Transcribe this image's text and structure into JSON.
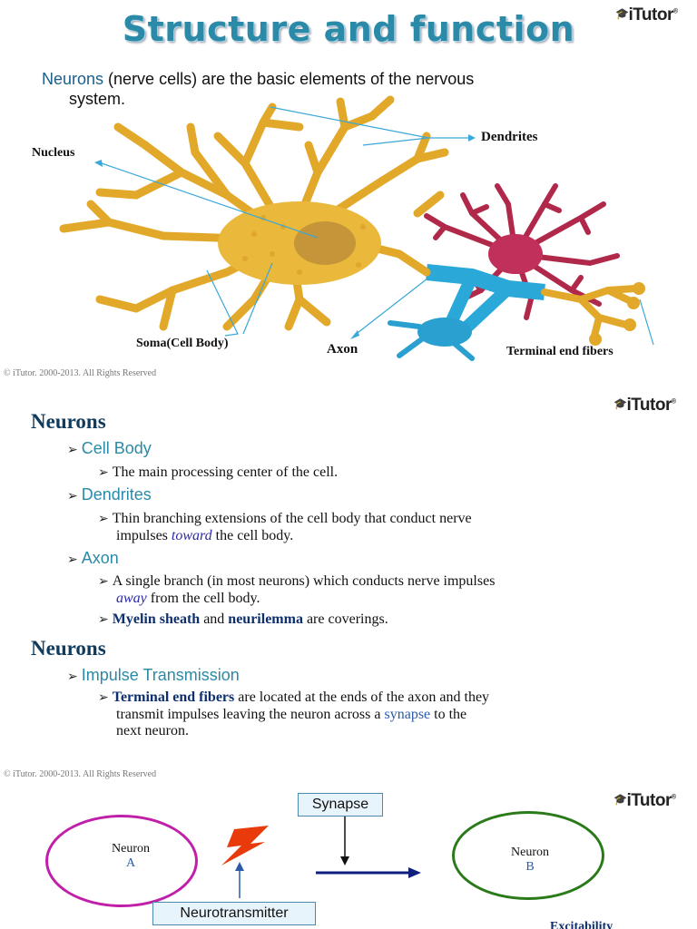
{
  "slide1": {
    "title": "Structure and function",
    "logo": "iTutor",
    "intro_term": "Neurons",
    "intro_rest": " (nerve cells) are the basic elements of the nervous",
    "intro_line2": "system.",
    "labels": {
      "nucleus": "Nucleus",
      "dendrites": "Dendrites",
      "soma": "Soma(Cell Body)",
      "axon": "Axon",
      "terminal": "Terminal end fibers"
    },
    "copyright": "© iTutor. 2000-2013. All Rights Reserved"
  },
  "slide2": {
    "logo": "iTutor",
    "heading1": "Neurons",
    "cell_body": "Cell Body",
    "cell_body_desc": "The main processing center of the cell.",
    "dendrites": "Dendrites",
    "dendrites_desc1": "Thin branching extensions of the cell body that conduct nerve",
    "dendrites_desc2a": "impulses ",
    "dendrites_desc2b": "toward",
    "dendrites_desc2c": " the cell body.",
    "axon": "Axon",
    "axon_desc1": "A single branch (in most neurons) which conducts nerve impulses",
    "axon_desc2a": "away",
    "axon_desc2b": " from the cell body.",
    "myelin_a": "Myelin sheath",
    "myelin_b": " and ",
    "myelin_c": "neurilemma",
    "myelin_d": " are coverings.",
    "heading2": "Neurons",
    "impulse": "Impulse Transmission",
    "terminal_a": "Terminal end fibers",
    "terminal_b": " are located at the ends of the axon and they",
    "terminal_c": "transmit impulses leaving the neuron across a ",
    "terminal_d": "synapse",
    "terminal_e": " to the",
    "terminal_f": "next neuron.",
    "copyright": "© iTutor. 2000-2013. All Rights Reserved"
  },
  "slide3": {
    "logo": "iTutor",
    "synapse": "Synapse",
    "neuron_a1": "Neuron",
    "neuron_a2": "A",
    "neuron_b1": "Neuron",
    "neuron_b2": "B",
    "neurotransmitter": "Neurotransmitter",
    "excitability": "Excitability"
  },
  "colors": {
    "title": "#2a8aa8",
    "heading": "#0f3b5e",
    "neuron_a": "#c020a8",
    "neuron_b": "#2a7a1a",
    "arrow": "#0e1f7e",
    "spark": "#e83a0a"
  }
}
